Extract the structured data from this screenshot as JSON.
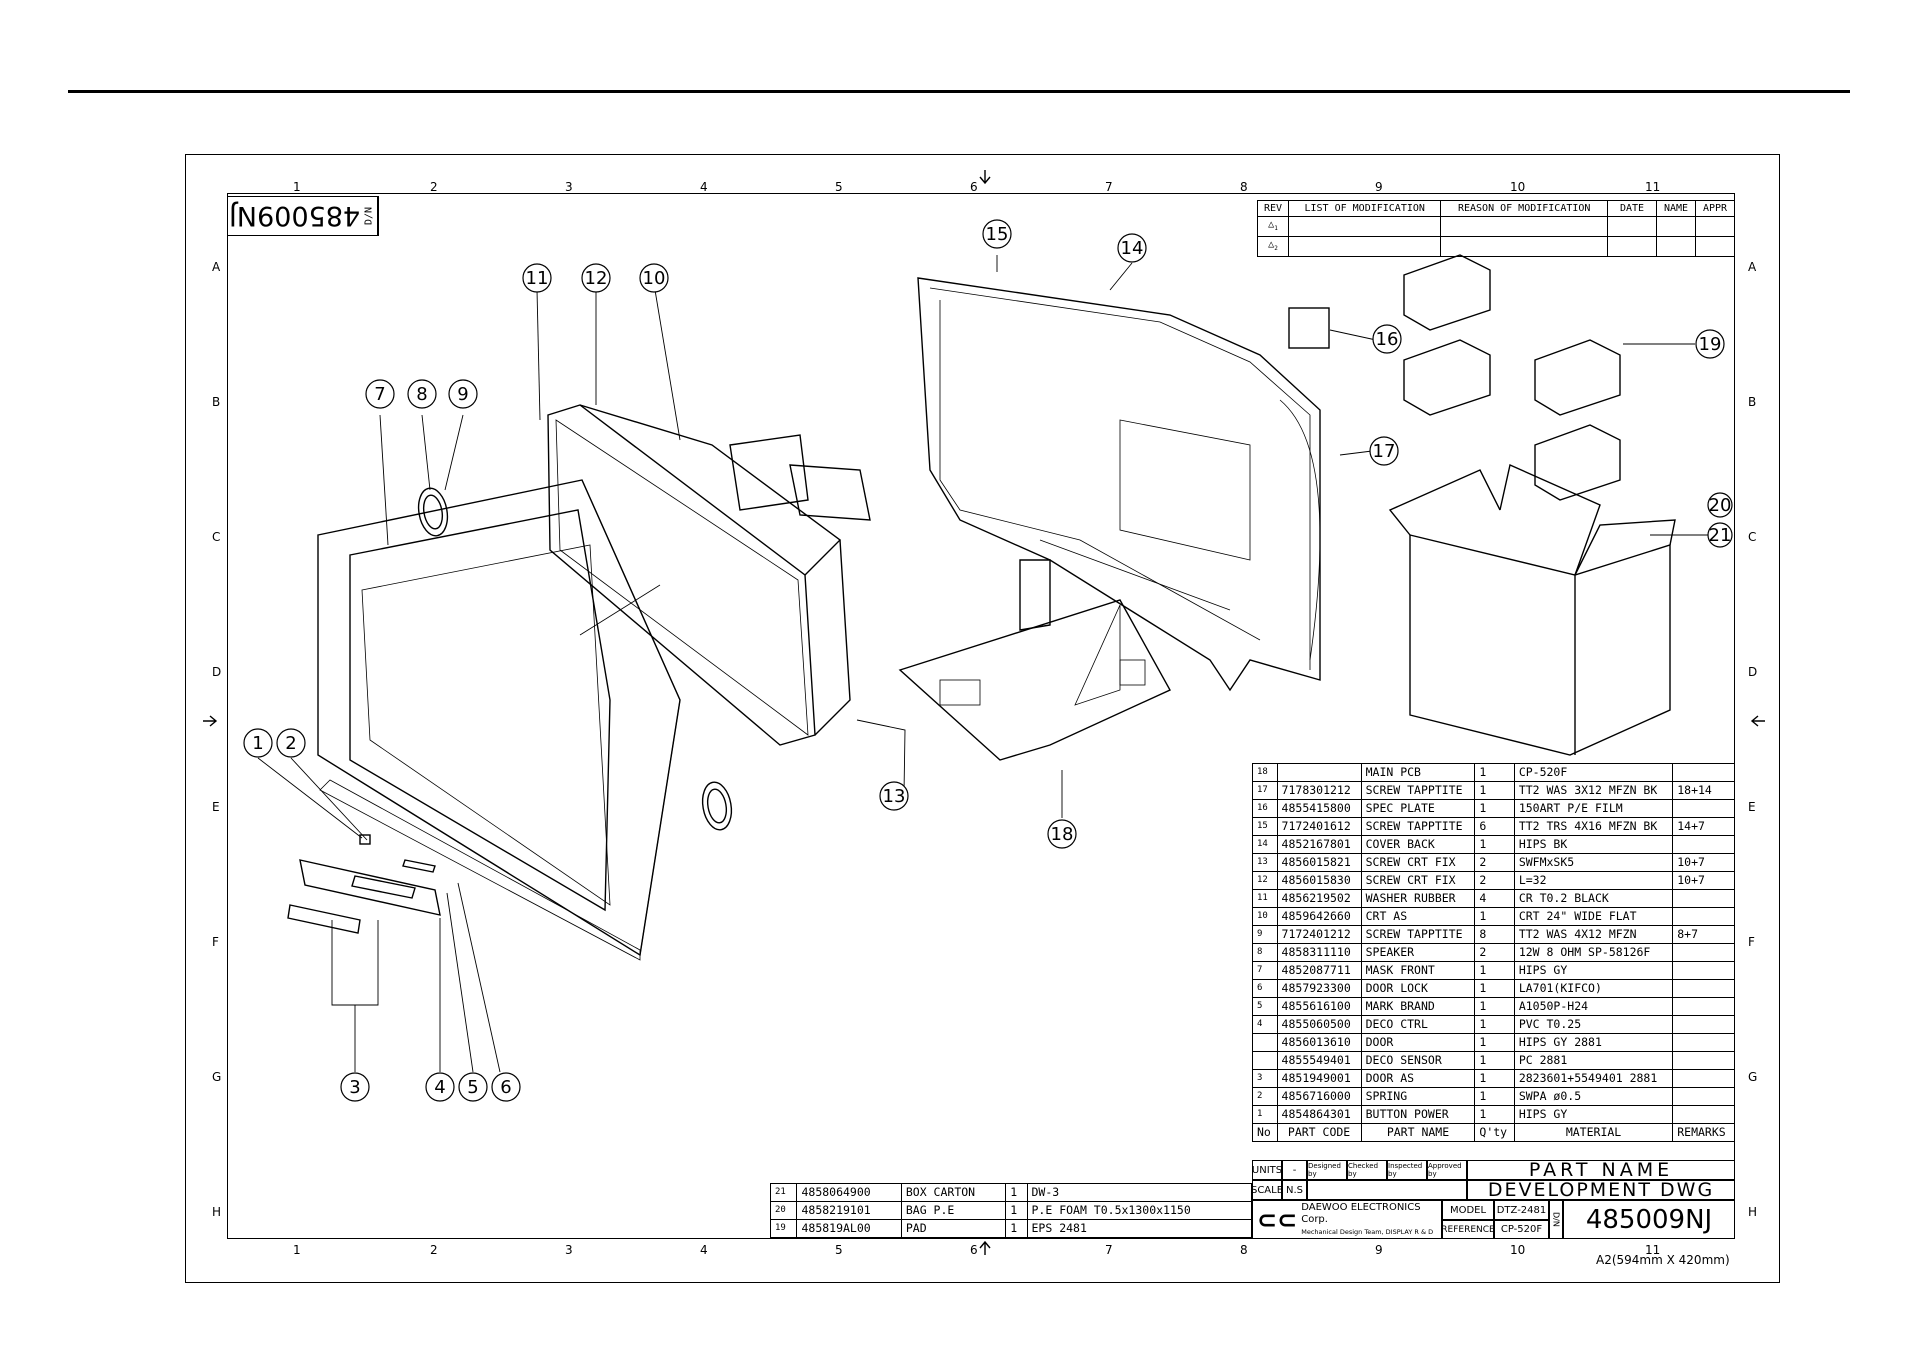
{
  "drawing_number": "485009NJ",
  "drawing_number_label": "D/N",
  "paper_size": "A2(594mm X 420mm)",
  "zones": {
    "columns": [
      "1",
      "2",
      "3",
      "4",
      "5",
      "6",
      "7",
      "8",
      "9",
      "10",
      "11"
    ],
    "rows": [
      "A",
      "B",
      "C",
      "D",
      "E",
      "F",
      "G",
      "H"
    ]
  },
  "revision_table": {
    "headers": [
      "REV",
      "LIST OF MODIFICATION",
      "REASON OF MODIFICATION",
      "DATE",
      "NAME",
      "APPR"
    ],
    "rows": [
      [
        "1"
      ],
      [
        "2"
      ]
    ]
  },
  "parts_list": {
    "headers": [
      "No",
      "PART CODE",
      "PART NAME",
      "Q'ty",
      "MATERIAL",
      "REMARKS"
    ],
    "rows": [
      [
        "18",
        "",
        "MAIN PCB",
        "1",
        "CP-520F",
        ""
      ],
      [
        "17",
        "7178301212",
        "SCREW TAPPTITE",
        "1",
        "TT2 WAS 3X12 MFZN BK",
        "18+14"
      ],
      [
        "16",
        "4855415800",
        "SPEC PLATE",
        "1",
        "150ART P/E FILM",
        ""
      ],
      [
        "15",
        "7172401612",
        "SCREW TAPPTITE",
        "6",
        "TT2 TRS 4X16 MFZN BK",
        "14+7"
      ],
      [
        "14",
        "4852167801",
        "COVER BACK",
        "1",
        "HIPS BK",
        ""
      ],
      [
        "13",
        "4856015821",
        "SCREW CRT FIX",
        "2",
        "SWFMxSK5",
        "10+7"
      ],
      [
        "12",
        "4856015830",
        "SCREW CRT FIX",
        "2",
        "L=32",
        "10+7"
      ],
      [
        "11",
        "4856219502",
        "WASHER RUBBER",
        "4",
        "CR T0.2 BLACK",
        ""
      ],
      [
        "10",
        "4859642660",
        "CRT AS",
        "1",
        "CRT 24\" WIDE FLAT",
        ""
      ],
      [
        "9",
        "7172401212",
        "SCREW TAPPTITE",
        "8",
        "TT2 WAS 4X12 MFZN",
        "8+7"
      ],
      [
        "8",
        "4858311110",
        "SPEAKER",
        "2",
        "12W 8 OHM SP-58126F",
        ""
      ],
      [
        "7",
        "4852087711",
        "MASK FRONT",
        "1",
        "HIPS GY",
        ""
      ],
      [
        "6",
        "4857923300",
        "DOOR LOCK",
        "1",
        "LA701(KIFCO)",
        ""
      ],
      [
        "5",
        "4855616100",
        "MARK BRAND",
        "1",
        "A1050P-H24",
        ""
      ],
      [
        "4",
        "4855060500",
        "DECO CTRL",
        "1",
        "PVC T0.25",
        ""
      ],
      [
        "",
        "4856013610",
        "DOOR",
        "1",
        "HIPS GY 2881",
        ""
      ],
      [
        "",
        "4855549401",
        "DECO SENSOR",
        "1",
        "PC 2881",
        ""
      ],
      [
        "3",
        "4851949001",
        "DOOR AS",
        "1",
        "2823601+5549401 2881",
        ""
      ],
      [
        "2",
        "4856716000",
        "SPRING",
        "1",
        "SWPA ø0.5",
        ""
      ],
      [
        "1",
        "4854864301",
        "BUTTON POWER",
        "1",
        "HIPS GY",
        ""
      ]
    ]
  },
  "packing_list": {
    "rows": [
      [
        "21",
        "4858064900",
        "BOX CARTON",
        "1",
        "DW-3"
      ],
      [
        "20",
        "4858219101",
        "BAG P.E",
        "1",
        "P.E FOAM T0.5x1300x1150"
      ],
      [
        "19",
        "485819AL00",
        "PAD",
        "1",
        "EPS 2481"
      ]
    ]
  },
  "title_block": {
    "units_label": "UNITS",
    "units_value": "-",
    "scale_label": "SCALE",
    "scale_value": "N.S",
    "designed_by": "Designed by",
    "checked_by": "Checked by",
    "inspected_by": "Inspected by",
    "approved_by": "Approved by",
    "part_name_label": "PART NAME",
    "part_name": "DEVELOPMENT DWG",
    "company": "DAEWOO ELECTRONICS Corp.",
    "department": "Mechanical Design Team, DISPLAY R & D",
    "model_label": "MODEL",
    "model_value": "DTZ-2481",
    "reference_label": "REFERENCE",
    "reference_value": "CP-520F",
    "dn_label": "D/N",
    "dn_value": "485009NJ"
  },
  "callouts": [
    "1",
    "2",
    "3",
    "4",
    "5",
    "6",
    "7",
    "8",
    "9",
    "10",
    "11",
    "12",
    "13",
    "14",
    "15",
    "16",
    "17",
    "18",
    "19",
    "20",
    "21"
  ]
}
